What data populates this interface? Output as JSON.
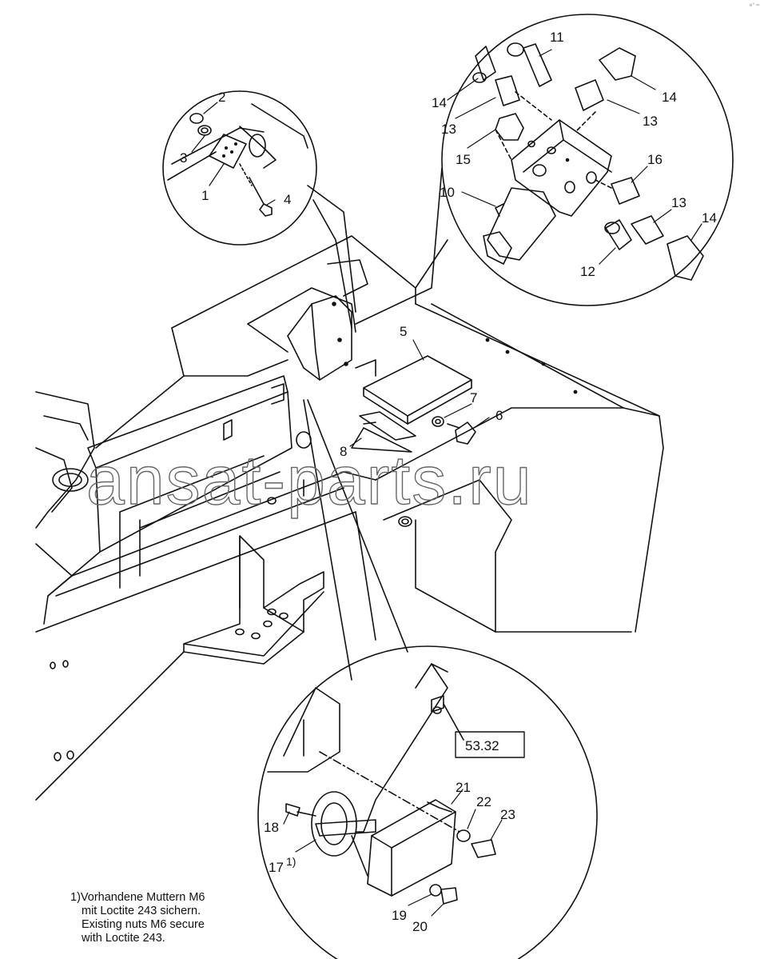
{
  "callouts": {
    "c1": "1",
    "c2": "2",
    "c3": "3",
    "c4": "4",
    "c5": "5",
    "c6": "6",
    "c7": "7",
    "c8": "8",
    "c10": "10",
    "c11": "11",
    "c12": "12",
    "c13a": "13",
    "c13b": "13",
    "c13c": "13",
    "c14a": "14",
    "c14b": "14",
    "c14c": "14",
    "c15": "15",
    "c16": "16",
    "c17": "17",
    "c17note": "1)",
    "c18": "18",
    "c19": "19",
    "c20": "20",
    "c21": "21",
    "c22": "22",
    "c23": "23"
  },
  "reference_box": "53.32",
  "watermark": "ansat-parts.ru",
  "footnote": {
    "line1": "1)Vorhandene Muttern M6",
    "line2": "mit Loctite 243 sichern.",
    "line3": "Existing nuts M6 secure",
    "line4": "with Loctite 243."
  },
  "corner_mark": "e° ═"
}
